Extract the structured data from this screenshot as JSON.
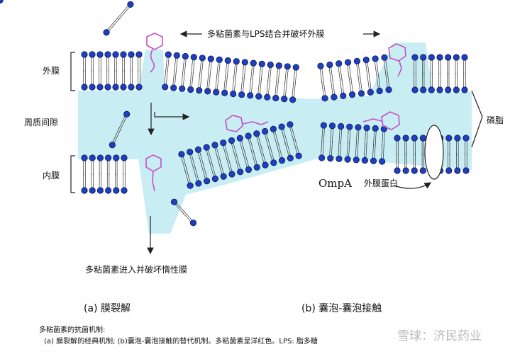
{
  "labels": {
    "outer_membrane": "外膜",
    "periplasm": "周质间隙",
    "inner_membrane": "内膜",
    "top_arrow_text": "多粘菌素与LPS结合并破坏外膜",
    "phospholipid": "磷脂",
    "ompa_name": "OmpA",
    "ompa_desc": "外膜蛋白",
    "bottom_arrow_text": "多粘菌素进入并破坏惰性膜"
  },
  "captions": {
    "a": "(a) 膜裂解",
    "b": "(b) 囊泡-囊泡接触"
  },
  "footnote": {
    "title": "多粘菌素的抗菌机制:",
    "text": "(a) 膜裂解的经典机制; (b)囊泡-囊泡接触的替代机制。多粘菌素呈洋红色。LPS: 脂多糖"
  },
  "watermark": "雪球：济民药业",
  "colors": {
    "head": "#1f3fbf",
    "head_outline": "#0a1a5a",
    "periplasm": "#c8eef4",
    "drug": "#c64fc6"
  }
}
